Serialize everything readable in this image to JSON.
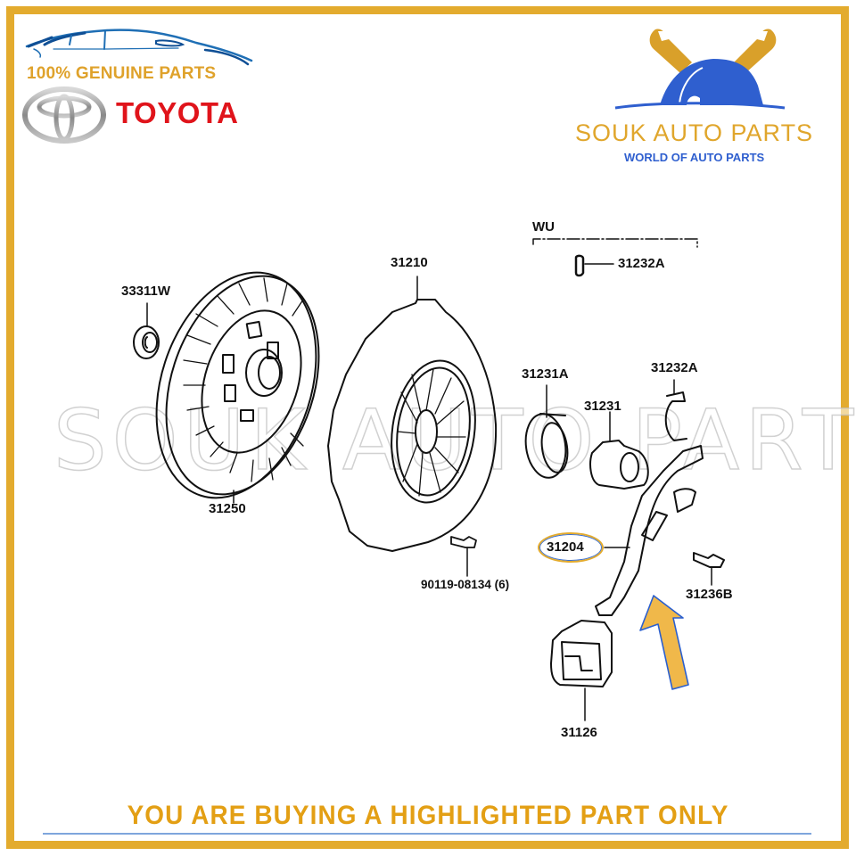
{
  "branding": {
    "left": {
      "tagline": "100% GENUINE PARTS",
      "brand_name": "TOYOTA",
      "icons": [
        "car-silhouette-icon",
        "toyota-emblem-icon"
      ],
      "colors": {
        "tagline": "#dfa22b",
        "brand_name": "#e0141b",
        "car": "#1f6fb5"
      }
    },
    "right": {
      "store_name": "SOUK AUTO PARTS",
      "store_tagline": "WORLD OF AUTO PARTS",
      "icons": [
        "crossed-wrenches-icon",
        "car-dome-icon"
      ],
      "colors": {
        "store_name": "#e0a62c",
        "store_tagline": "#2f5fcf",
        "dome": "#2f5fcf",
        "wrenches": "#d9a02a"
      }
    }
  },
  "watermark": "SOUK AUTO PARTS",
  "diagram": {
    "group_label": "WU",
    "parts": [
      {
        "number": "33311W",
        "name": "pilot-bearing"
      },
      {
        "number": "31250",
        "name": "clutch-disc"
      },
      {
        "number": "31210",
        "name": "clutch-cover"
      },
      {
        "number": "90119-08134 (6)",
        "name": "cover-bolt"
      },
      {
        "number": "31232A",
        "name": "clip-wu"
      },
      {
        "number": "31231A",
        "name": "release-bearing"
      },
      {
        "number": "31231",
        "name": "bearing-hub"
      },
      {
        "number": "31232A",
        "name": "release-clip"
      },
      {
        "number": "31204",
        "name": "release-fork",
        "highlighted": true
      },
      {
        "number": "31236B",
        "name": "fork-support-bolt"
      },
      {
        "number": "31126",
        "name": "fork-boot"
      }
    ],
    "highlight_color": "#e3ab2e",
    "arrow_color": "#f0b84a"
  },
  "footer": {
    "notice": "YOU ARE BUYING A HIGHLIGHTED PART ONLY",
    "color": "#e39f14"
  },
  "frame_color": "#e3ab2e"
}
